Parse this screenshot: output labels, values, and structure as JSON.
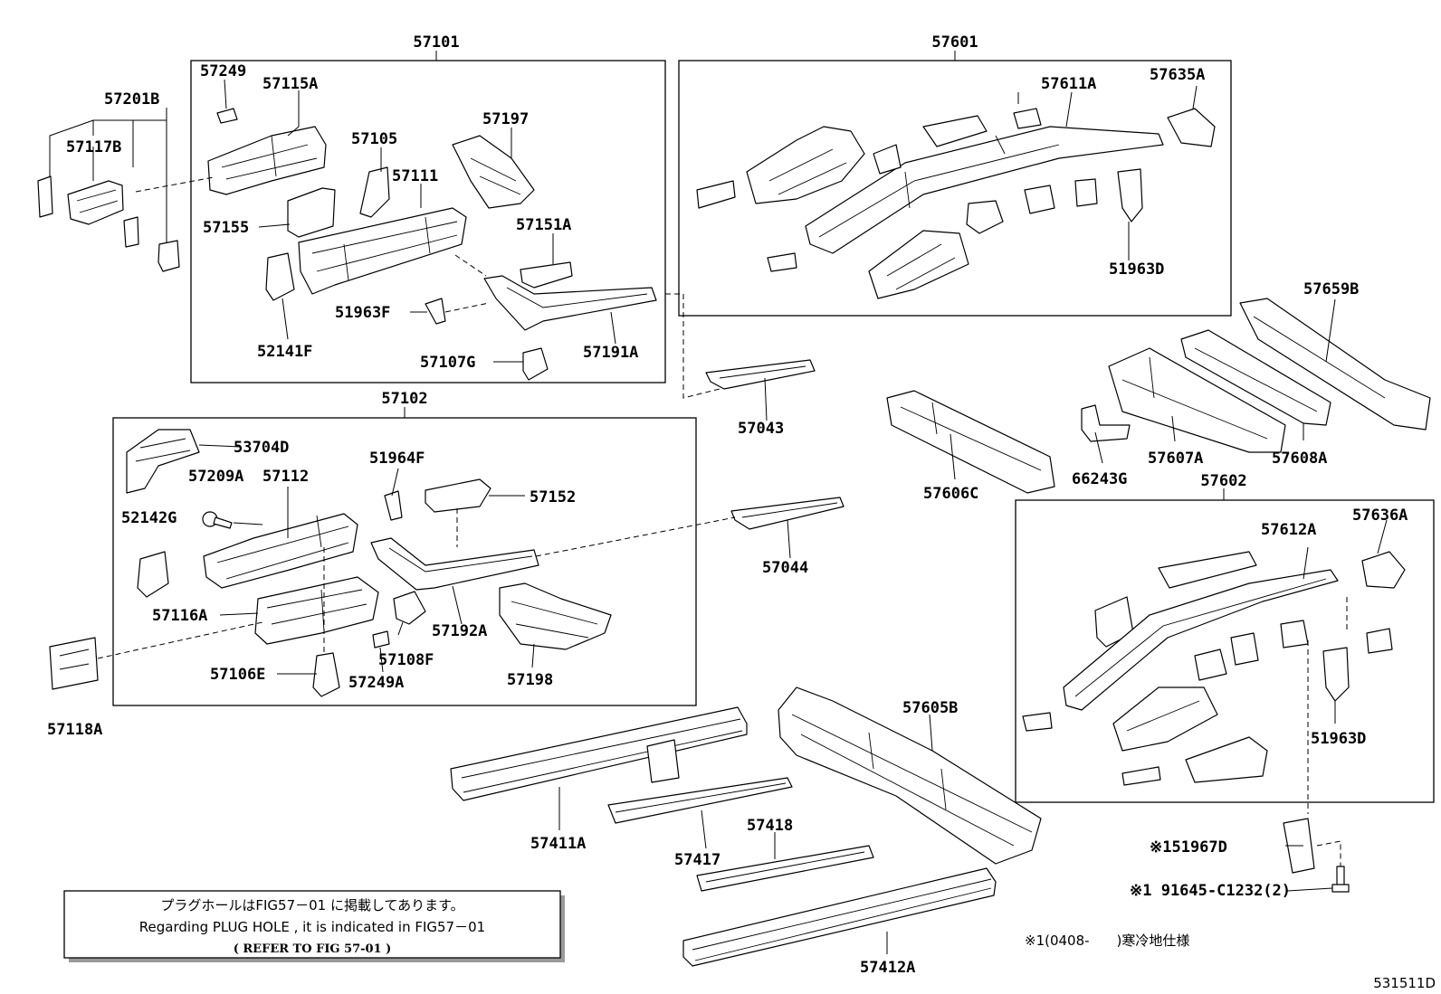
{
  "labels": {
    "g57101": "57101",
    "g57601": "57601",
    "g57102": "57102",
    "g57602": "57602",
    "p57201B": "57201B",
    "p57117B": "57117B",
    "p57249": "57249",
    "p57115A": "57115A",
    "p57105": "57105",
    "p57111": "57111",
    "p57197": "57197",
    "p57155": "57155",
    "p57151A": "57151A",
    "p51963F": "51963F",
    "p52141F": "52141F",
    "p57107G": "57107G",
    "p57191A": "57191A",
    "p57611A": "57611A",
    "p57635A": "57635A",
    "p51963D_top": "51963D",
    "p57659B": "57659B",
    "p57043": "57043",
    "p57606C": "57606C",
    "p66243G": "66243G",
    "p57607A": "57607A",
    "p57608A": "57608A",
    "p53704D": "53704D",
    "p57209A": "57209A",
    "p57112": "57112",
    "p51964F": "51964F",
    "p57152": "57152",
    "p52142G": "52142G",
    "p57116A": "57116A",
    "p57192A": "57192A",
    "p57108F": "57108F",
    "p57106E": "57106E",
    "p57249A": "57249A",
    "p57198": "57198",
    "p57118A": "57118A",
    "p57044": "57044",
    "p57612A": "57612A",
    "p57636A": "57636A",
    "p51963D_bottom": "51963D",
    "p57605B": "57605B",
    "p57411A": "57411A",
    "p57417": "57417",
    "p57418": "57418",
    "p57412A": "57412A",
    "p51967D": "※151967D",
    "p91645": "※1 91645-C1232(2)"
  },
  "note": {
    "line1": "プラグホールはFIG57－01 に掲載してあります。",
    "line2": "Regarding PLUG HOLE , it is indicated in FIG57－01",
    "line3": "(   REFER TO FIG 57-01  )"
  },
  "legend": "※1(0408-　　)寒冷地仕様",
  "figure_code": "531511D"
}
